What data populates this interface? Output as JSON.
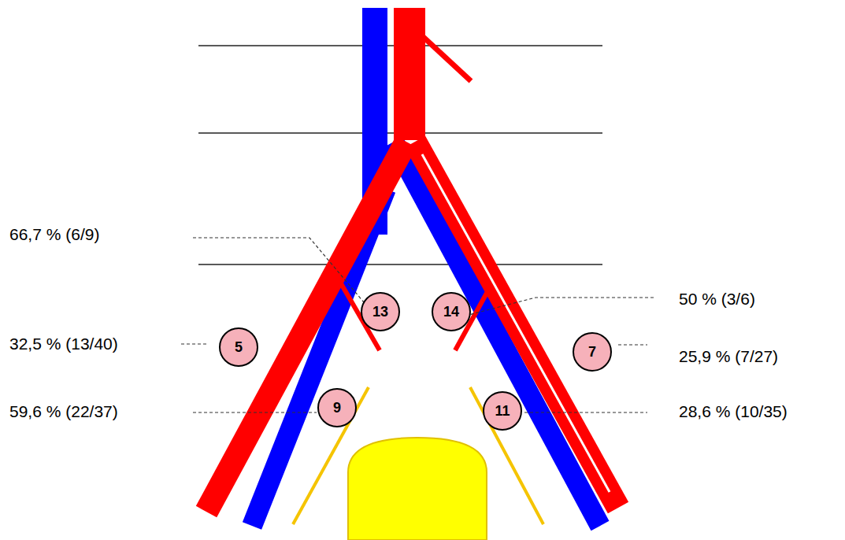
{
  "diagram": {
    "nodes": [
      {
        "text": [
          "13"
        ]
      },
      {
        "text": [
          "14"
        ]
      },
      {
        "text": [
          "5"
        ]
      },
      {
        "text": [
          "7"
        ]
      },
      {
        "text": [
          "9"
        ]
      },
      {
        "text": [
          "11"
        ]
      }
    ],
    "labels": [
      "66,7 % (6/9)",
      "50 % (3/6)",
      "32,5 % (13/40)",
      "25,9 % (7/27)",
      "59,6 % (22/37)",
      "28,6 % (10/35)"
    ]
  }
}
